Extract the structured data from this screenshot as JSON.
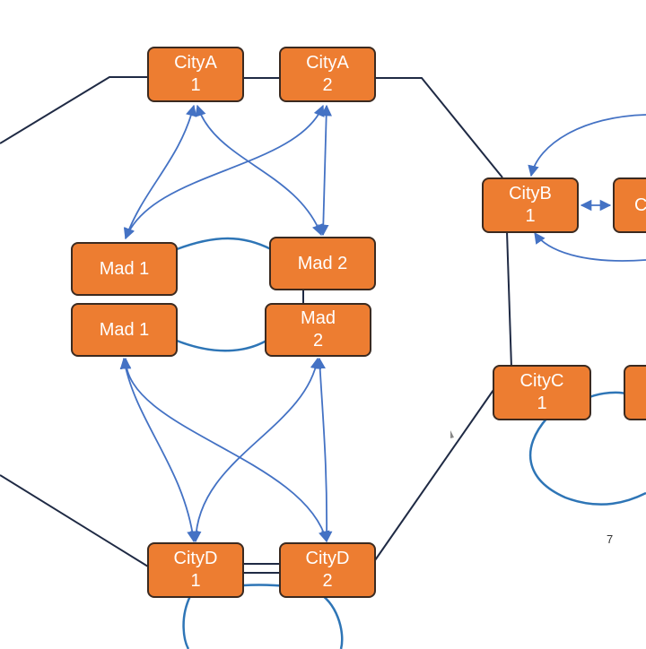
{
  "nodes": {
    "citya1": {
      "line1": "CityA",
      "line2": "1"
    },
    "citya2": {
      "line1": "CityA",
      "line2": "2"
    },
    "mad1_top": {
      "line1": "Mad 1",
      "line2": ""
    },
    "mad2_top": {
      "line1": "Mad 2",
      "line2": ""
    },
    "mad1_bottom": {
      "line1": "Mad 1",
      "line2": ""
    },
    "mad2_bottom": {
      "line1": "Mad",
      "line2": "2"
    },
    "cityd1": {
      "line1": "CityD",
      "line2": "1"
    },
    "cityd2": {
      "line1": "CityD",
      "line2": "2"
    },
    "cityb1": {
      "line1": "CityB",
      "line2": "1"
    },
    "cityb2_partial": {
      "line1": "C",
      "line2": ""
    },
    "cityc1": {
      "line1": "CityC",
      "line2": "1"
    },
    "cityc2_partial": {
      "line1": "",
      "line2": ""
    }
  },
  "page_number": "7",
  "colors": {
    "node_fill": "#ed7d31",
    "node_border": "#3b2a20",
    "arrow": "#4472c4",
    "outline": "#1f2a44",
    "loop": "#2e75b6"
  }
}
